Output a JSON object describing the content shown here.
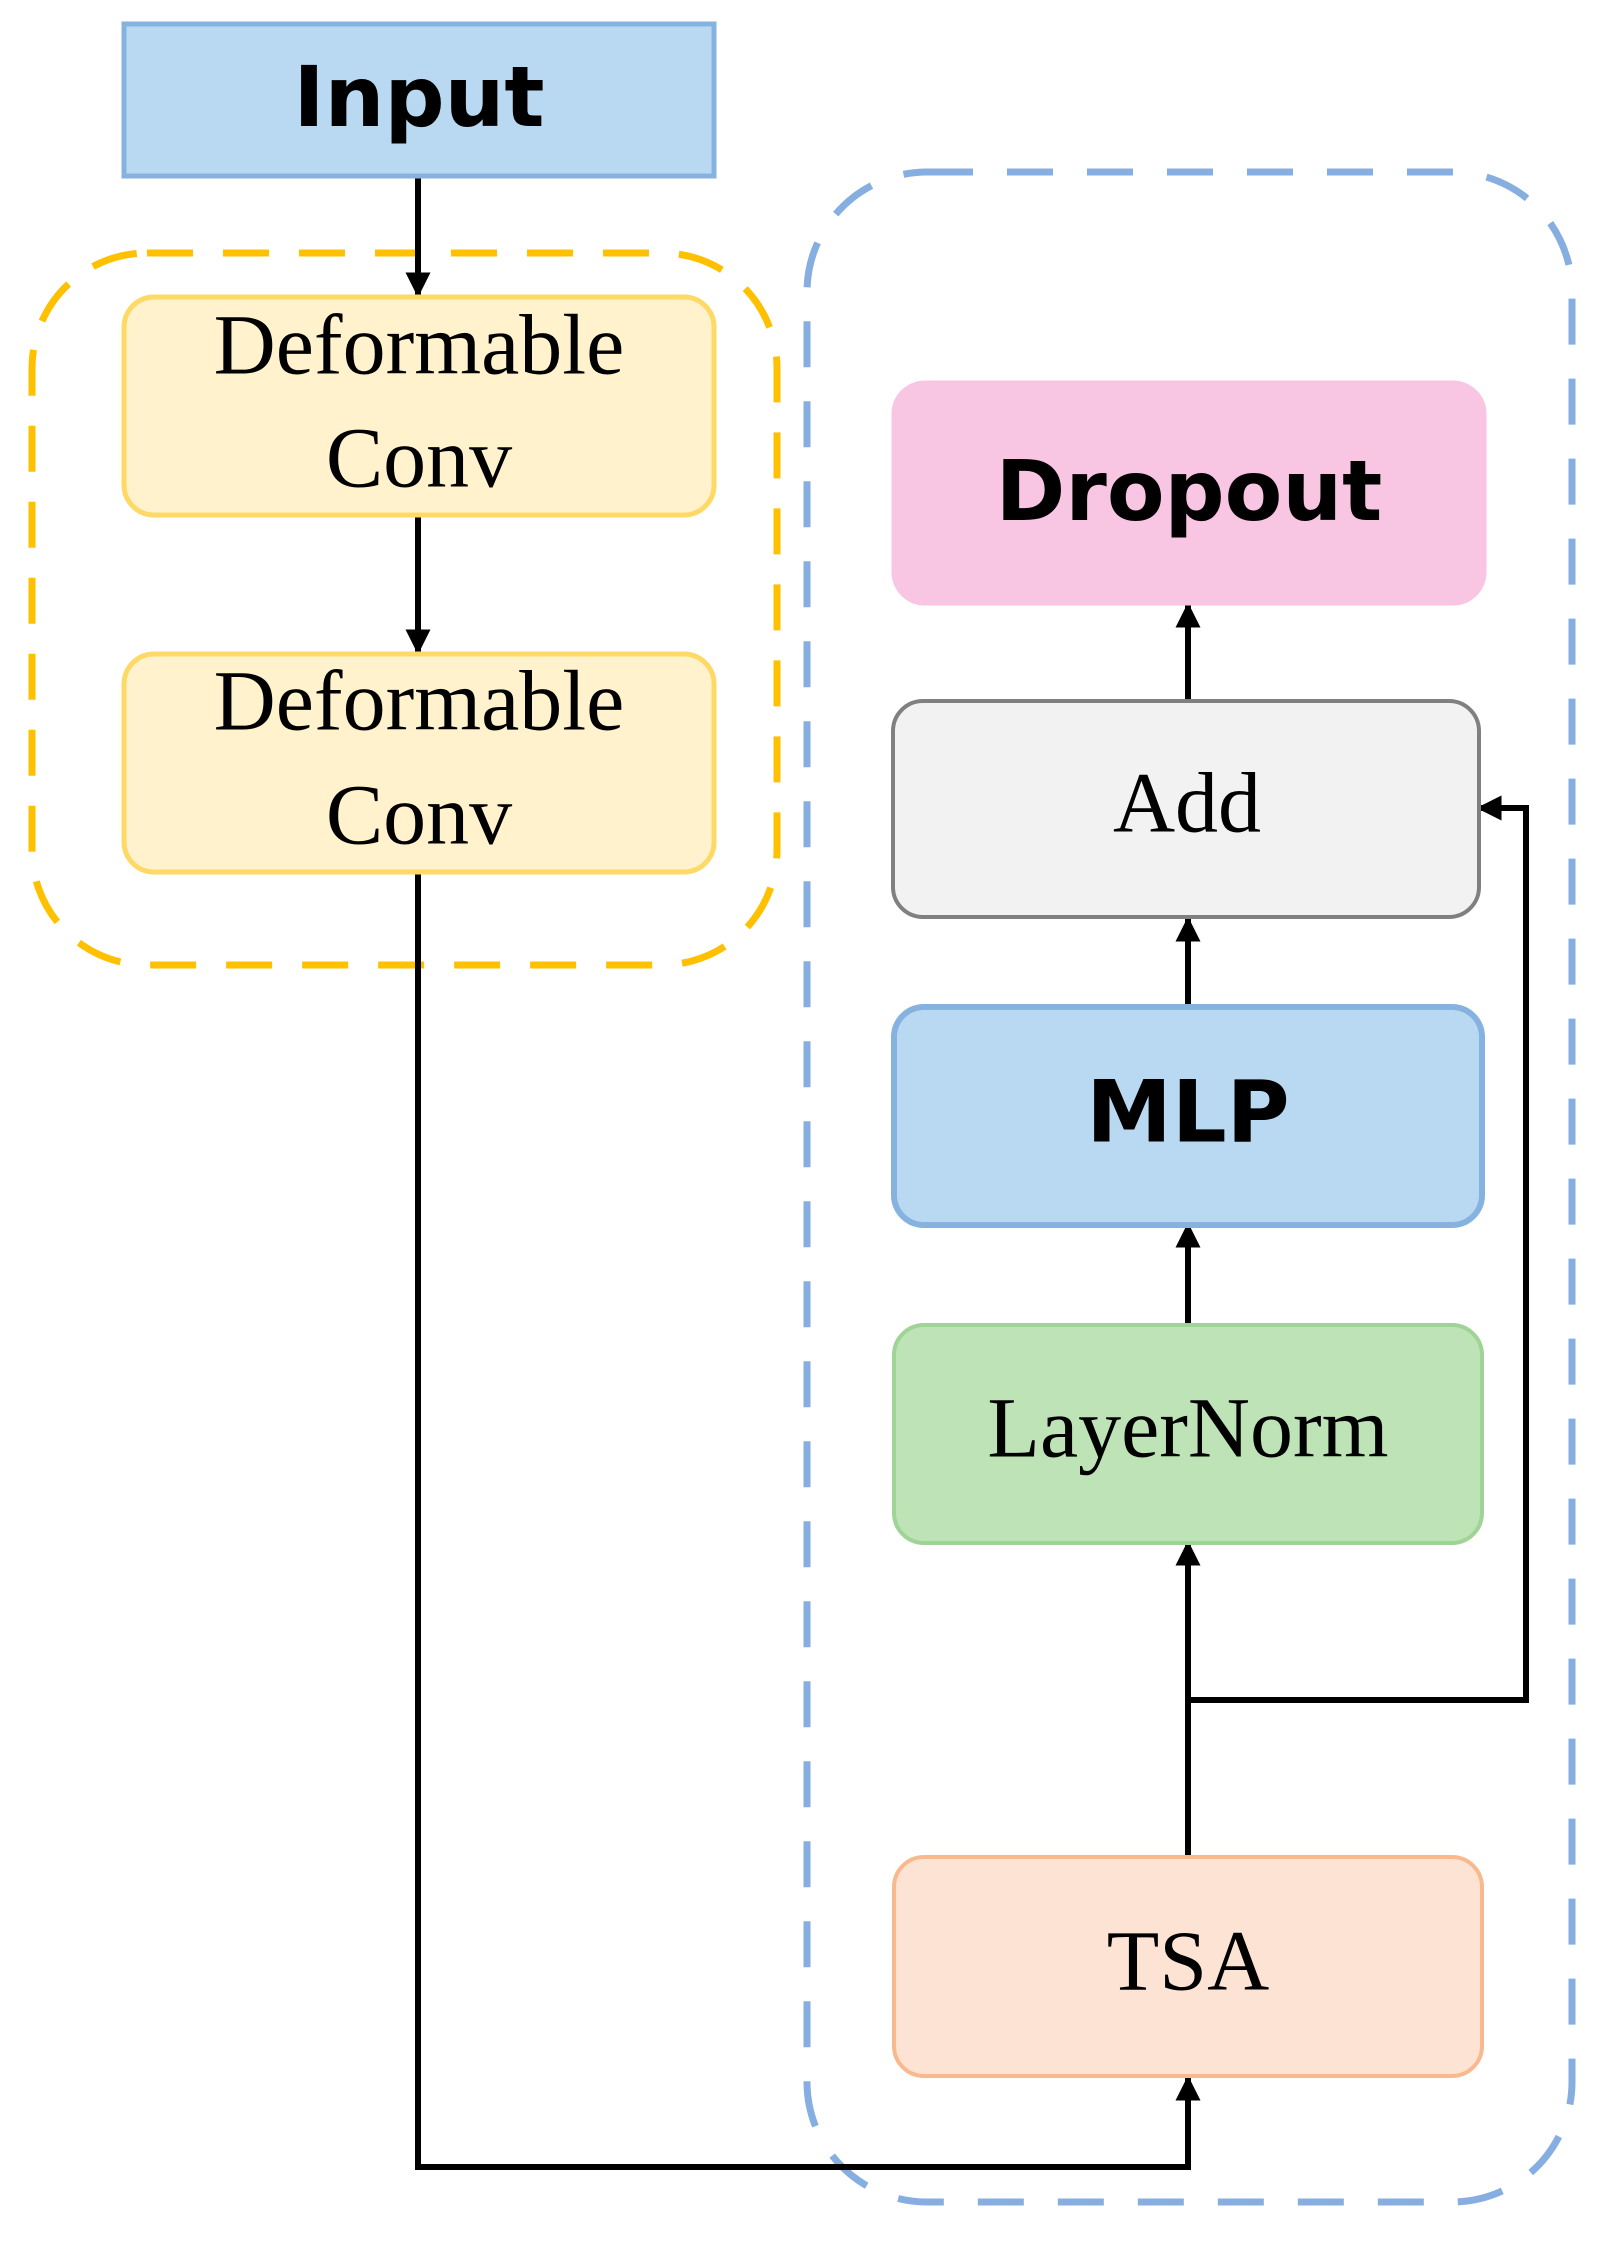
{
  "nodes": {
    "input": {
      "label": "Input",
      "fill": "#b9d9f2",
      "stroke": "#86b2e0"
    },
    "deform1": {
      "line1": "Deformable",
      "line2": "Conv",
      "fill": "#fff2cc",
      "stroke": "#ffd966"
    },
    "deform2": {
      "line1": "Deformable",
      "line2": "Conv",
      "fill": "#fff2cc",
      "stroke": "#ffd966"
    },
    "dropout": {
      "label": "Dropout",
      "fill": "#f8c5e3",
      "stroke": "#f8c5e3"
    },
    "add": {
      "label": "Add",
      "fill": "#f2f2f2",
      "stroke": "#808080"
    },
    "mlp": {
      "label": "MLP",
      "fill": "#b9d9f2",
      "stroke": "#86b2e0"
    },
    "layernorm": {
      "label": "LayerNorm",
      "fill": "#bde3b6",
      "stroke": "#9fd496"
    },
    "tsa": {
      "label": "TSA",
      "fill": "#fde3d3",
      "stroke": "#f8b98e"
    }
  },
  "groups": {
    "conv_group": {
      "stroke": "#ffc000"
    },
    "transformer_group": {
      "stroke": "#86aee0"
    }
  },
  "edge_color": "#000000"
}
